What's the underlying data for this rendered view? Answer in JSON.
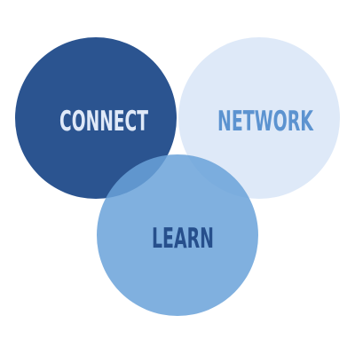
{
  "diagram": {
    "circles": [
      {
        "id": "connect",
        "label": "CONNECT",
        "fill": "#2b5490",
        "fill_opacity": 1.0,
        "text_color": "#dfe9f8"
      },
      {
        "id": "network",
        "label": "NETWORK",
        "fill": "#dbe7f7",
        "fill_opacity": 0.92,
        "text_color": "#5c93d0"
      },
      {
        "id": "learn",
        "label": "LEARN",
        "fill": "#6aa2d9",
        "fill_opacity": 0.85,
        "text_color": "#264f8c"
      }
    ],
    "background": "#ffffff"
  }
}
